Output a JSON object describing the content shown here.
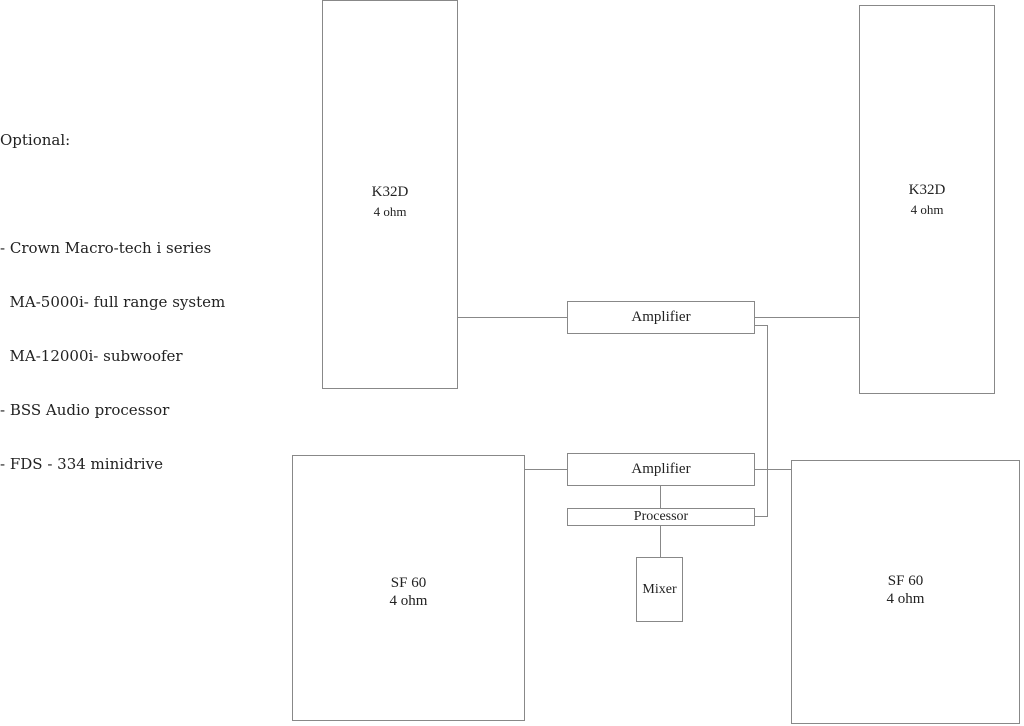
{
  "notes": {
    "heading": "Optional:",
    "lines": [
      "- Crown Macro-tech i series",
      "  MA-5000i- full range system",
      "  MA-12000i- subwoofer",
      "- BSS Audio processor",
      "- FDS - 334 minidrive"
    ]
  },
  "speakers": {
    "left_top": {
      "name": "K32D",
      "impedance": "4 ohm"
    },
    "right_top": {
      "name": "K32D",
      "impedance": "4 ohm"
    },
    "left_bottom": {
      "name": "SF 60",
      "impedance": "4 ohm"
    },
    "right_bottom": {
      "name": "SF 60",
      "impedance": "4 ohm"
    }
  },
  "devices": {
    "amplifier_top": "Amplifier",
    "amplifier_bottom": "Amplifier",
    "processor": "Processor",
    "mixer": "Mixer"
  }
}
